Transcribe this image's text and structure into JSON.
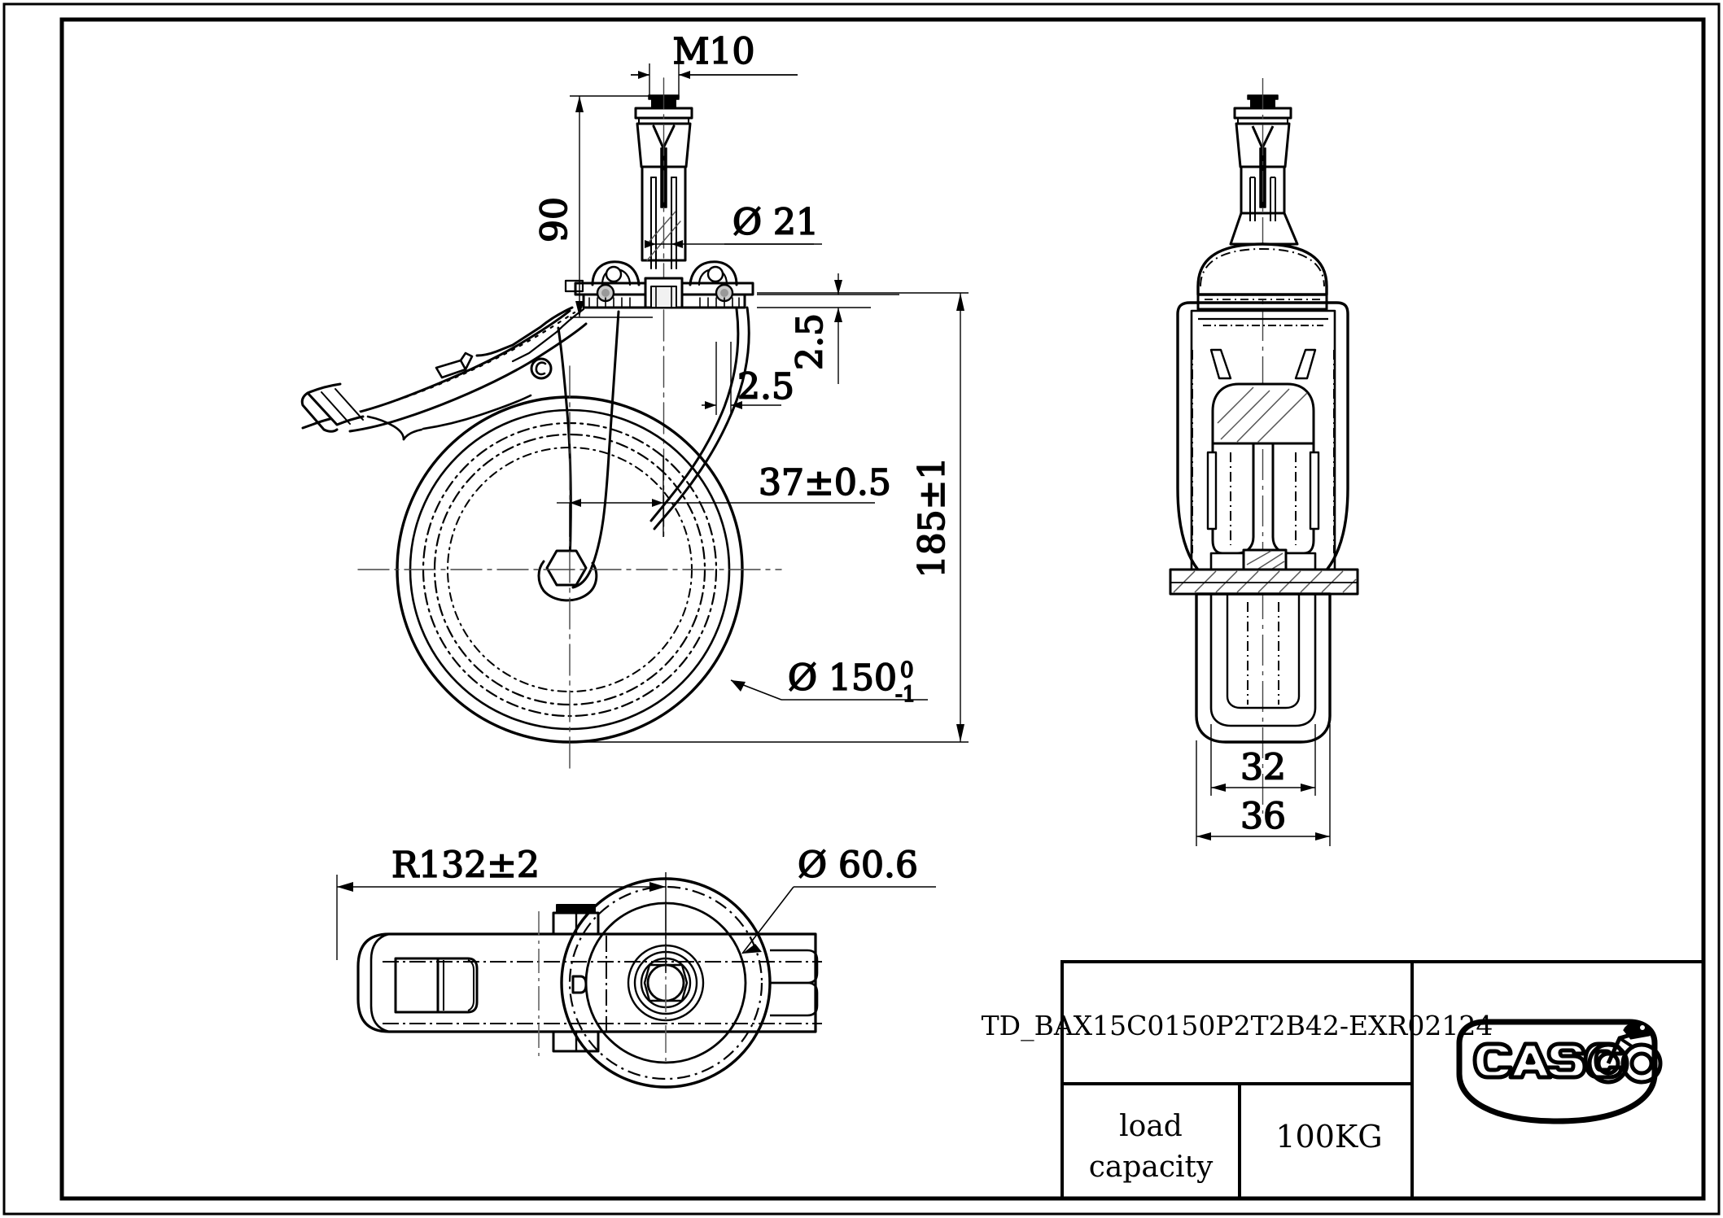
{
  "document": {
    "type": "engineering-drawing",
    "subject": "swivel caster with brake, expanding-stem fitting",
    "background_color": "#ffffff",
    "line_color": "#000000"
  },
  "frame": {
    "outer_border": true,
    "inner_border": true
  },
  "views": [
    {
      "id": "front-view",
      "name": "front elevation with brake lever"
    },
    {
      "id": "side-section-view",
      "name": "side sectional view"
    },
    {
      "id": "bottom-view",
      "name": "bottom plan view"
    }
  ],
  "dimensions": {
    "thread": "M10",
    "stem_height": "90",
    "stem_diameter": "Ø 21",
    "offset_top": "2.5",
    "offset_left": "2.5",
    "swivel_offset": "37±0.5",
    "overall_height": "185±1",
    "wheel_diameter": "Ø 150",
    "wheel_diameter_tol_upper": "0",
    "wheel_diameter_tol_lower": "-1",
    "tread_width": "32",
    "hub_width": "36",
    "swivel_radius": "R132±2",
    "top_plate_diameter": "Ø 60.6"
  },
  "title_block": {
    "part_number": "TD_BAX15C0150P2T2B42-EXR02124",
    "load_capacity_label_line1": "load",
    "load_capacity_label_line2": "capacity",
    "load_capacity_value": "100KG",
    "logo_text": "CASCOO"
  }
}
